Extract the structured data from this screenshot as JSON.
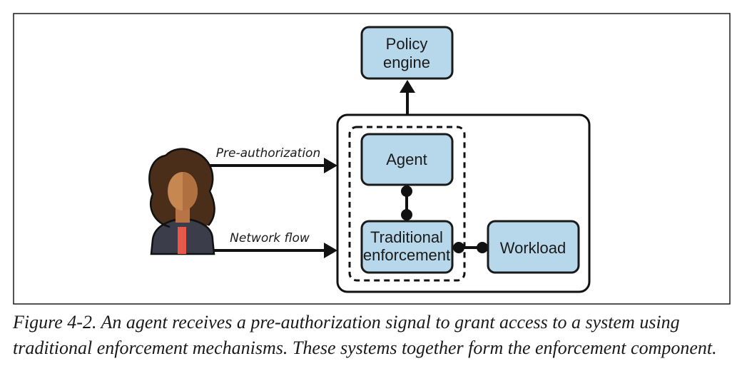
{
  "diagram": {
    "nodes": {
      "policy_engine": {
        "line1": "Policy",
        "line2": "engine"
      },
      "agent": {
        "label": "Agent"
      },
      "traditional_enforcement": {
        "line1": "Traditional",
        "line2": "enforcement"
      },
      "workload": {
        "label": "Workload"
      }
    },
    "edges": {
      "pre_authorization": "Pre-authorization",
      "network_flow": "Network flow"
    },
    "colors": {
      "box_fill": "#b7d8ea",
      "outline": "#1a1a1a",
      "person_skin": "#c78750",
      "person_hair": "#4a2e1a",
      "person_jacket": "#3b3d4a",
      "person_shirt": "#e8584a"
    }
  },
  "caption": "Figure 4-2. An agent receives a pre-authorization signal to grant access to a system using traditional enforcement mechanisms. These systems together form the enforcement component."
}
